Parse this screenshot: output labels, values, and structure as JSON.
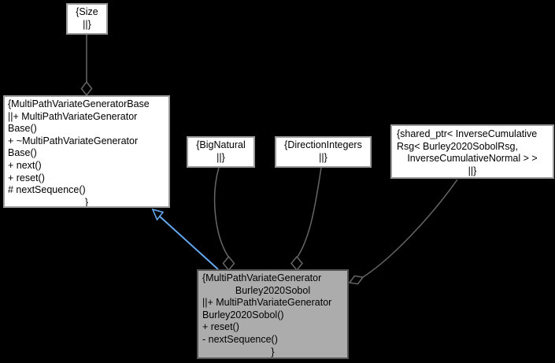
{
  "colors": {
    "background": "#000000",
    "edge": "#666666",
    "inheritance": "#64a9f0",
    "node_fill": "#ffffff",
    "node_border": "#9a9a9a",
    "highlight_fill": "#acacac",
    "highlight_border": "#565656",
    "text": "#000000"
  },
  "nodes": {
    "size": {
      "lines": [
        "{Size",
        "||}"
      ]
    },
    "base": {
      "lines": [
        "{MultiPathVariateGeneratorBase",
        "||+ MultiPathVariateGenerator",
        "Base()",
        "+ ~MultiPathVariateGenerator",
        "Base()",
        "+ next()",
        "+ reset()",
        "# nextSequence()",
        "}"
      ]
    },
    "bignatural": {
      "lines": [
        "{BigNatural",
        "||}"
      ]
    },
    "directionintegers": {
      "lines": [
        "{DirectionIntegers",
        "||}"
      ]
    },
    "sharedptr": {
      "lines": [
        "{shared_ptr< InverseCumulative",
        "Rsg< Burley2020SobolRsg,",
        "InverseCumulativeNormal > >",
        "||}"
      ]
    },
    "burley": {
      "lines": [
        "{MultiPathVariateGenerator",
        "Burley2020Sobol",
        "||+ MultiPathVariateGenerator",
        "Burley2020Sobol()",
        "+ reset()",
        "- nextSequence()",
        "}"
      ]
    }
  },
  "edges": [
    {
      "name": "aggregation-size-to-base",
      "marker": "open-diamond"
    },
    {
      "name": "inheritance-burley-to-base",
      "marker": "open-arrow"
    },
    {
      "name": "aggregation-bignatural-to-burley",
      "marker": "open-diamond"
    },
    {
      "name": "aggregation-directionintegers-to-burley",
      "marker": "open-diamond"
    },
    {
      "name": "aggregation-sharedptr-to-burley",
      "marker": "open-diamond"
    }
  ]
}
